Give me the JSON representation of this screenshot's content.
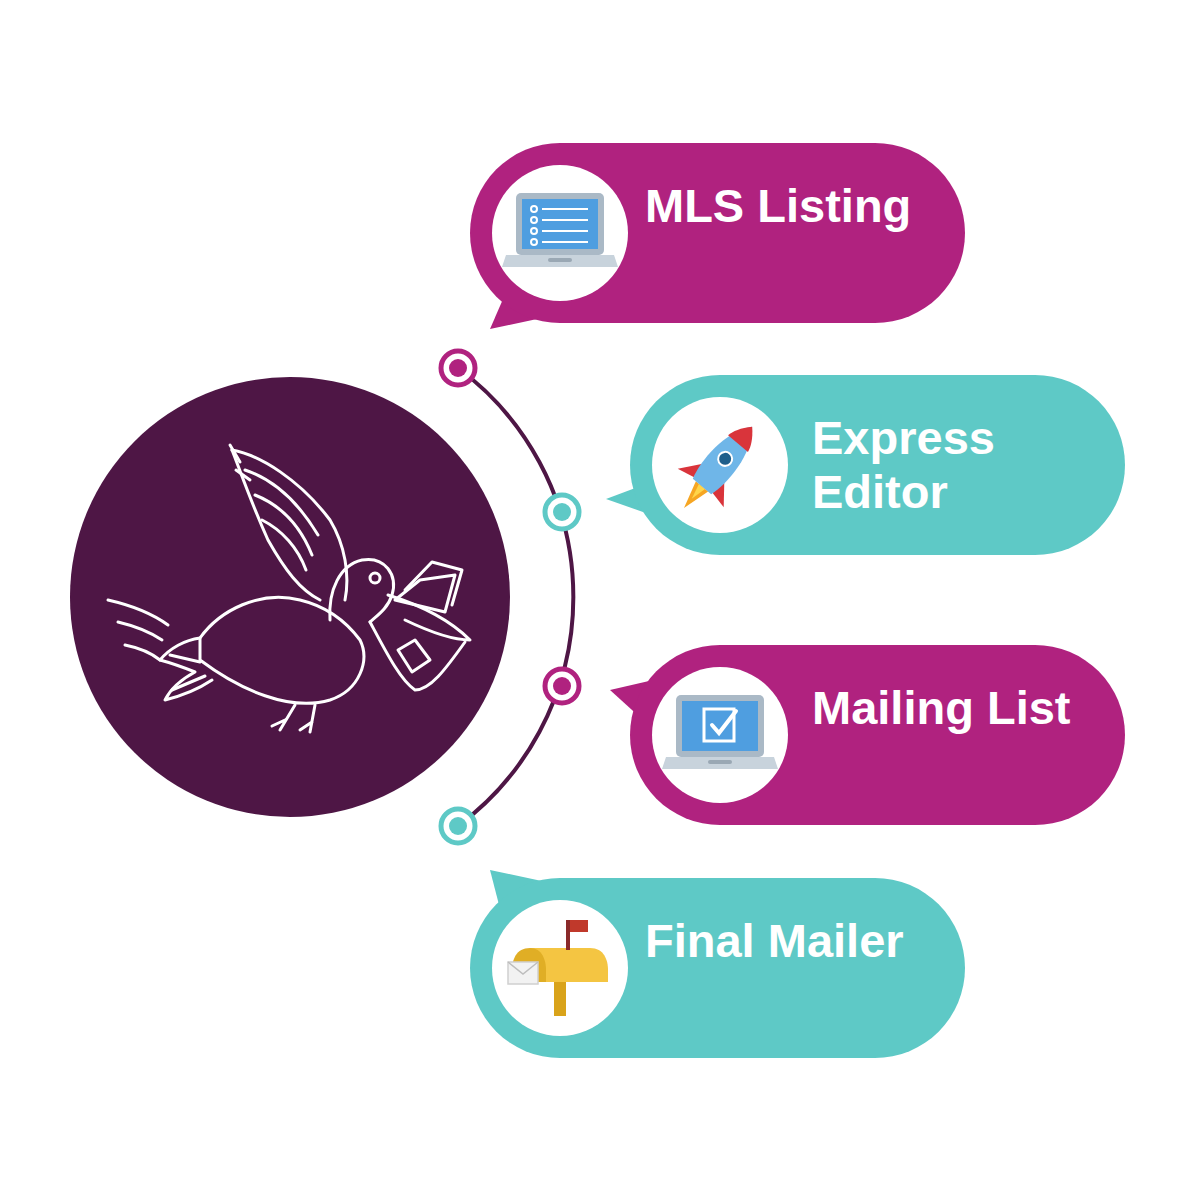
{
  "diagram": {
    "nodes": [
      {
        "text": [
          "MLS Listing"
        ]
      },
      {
        "text": [
          "Express Editor"
        ]
      },
      {
        "text": [
          "Mailing List"
        ]
      },
      {
        "text": [
          "Final Mailer"
        ]
      }
    ]
  }
}
